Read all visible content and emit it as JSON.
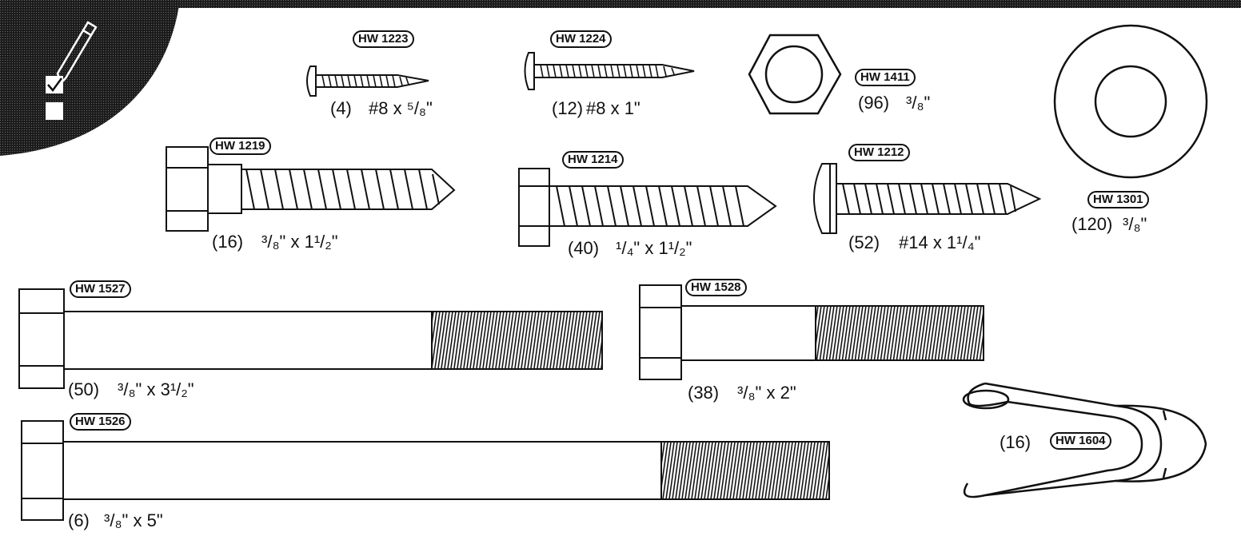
{
  "colors": {
    "ink": "#111111",
    "banner": "#222222",
    "paper": "#ffffff"
  },
  "header": {
    "icons": [
      "pencil-icon",
      "checked-box-icon",
      "empty-box-icon"
    ]
  },
  "items": {
    "hw1223": {
      "code": "HW 1223",
      "qty": "(4)",
      "size": "#8 x ⁵/₈\""
    },
    "hw1224": {
      "code": "HW 1224",
      "qty": "(12)",
      "size": "#8 x 1\""
    },
    "hw1411": {
      "code": "HW 1411",
      "qty": "(96)",
      "size": "³/₈\""
    },
    "hw1301": {
      "code": "HW 1301",
      "qty": "(120)",
      "size": "³/₈\""
    },
    "hw1219": {
      "code": "HW 1219",
      "qty": "(16)",
      "size": "³/₈\" x 1¹/₂\""
    },
    "hw1214": {
      "code": "HW 1214",
      "qty": "(40)",
      "size": "¹/₄\" x 1¹/₂\""
    },
    "hw1212": {
      "code": "HW 1212",
      "qty": "(52)",
      "size": "#14 x 1¹/₄\""
    },
    "hw1527": {
      "code": "HW 1527",
      "qty": "(50)",
      "size": "³/₈\" x 3¹/₂\""
    },
    "hw1528": {
      "code": "HW 1528",
      "qty": "(38)",
      "size": "³/₈\" x 2\""
    },
    "hw1526": {
      "code": "HW 1526",
      "qty": "(6)",
      "size": "³/₈\" x 5\""
    },
    "hw1604": {
      "code": "HW 1604",
      "qty": "(16)"
    }
  }
}
